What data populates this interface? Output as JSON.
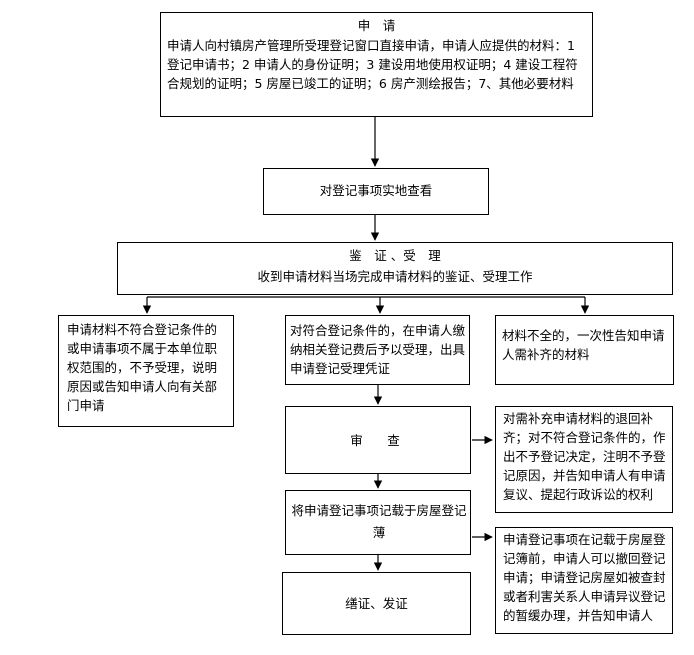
{
  "apply": {
    "title": "申　请",
    "body": "申请人向村镇房产管理所受理登记窗口直接申请，申请人应提供的材料：1 登记申请书；2 申请人的身份证明；3 建设用地使用权证明；4 建设工程符合规划的证明；5 房屋已竣工的证明；6 房产测绘报告；7、其他必要材料"
  },
  "inspect": {
    "label": "对登记事项实地查看"
  },
  "verify": {
    "title": "鉴　证 、受　理",
    "body": "收到申请材料当场完成申请材料的鉴证、受理工作"
  },
  "branches": {
    "reject": "申请材料不符合登记条件的或申请事项不属于本单位职权范围的，不予受理，说明原因或告知申请人向有关部门申请",
    "accept": "对符合登记条件的，在申请人缴纳相关登记费后予以受理，出具申请登记受理凭证",
    "incomplete": "材料不全的，一次性告知申请人需补齐的材料"
  },
  "review": {
    "label": "审　查",
    "note": "对需补充申请材料的退回补齐；对不符合登记条件的，作出不予登记决定，注明不予登记原因，并告知申请人有申请复议、提起行政诉讼的权利"
  },
  "record": {
    "label": "将申请登记事项记载于房屋登记薄",
    "note": "申请登记事项在记载于房屋登记簿前，申请人可以撤回登记申请；申请登记房屋如被查封或者利害关系人申请异议登记的暂缓办理，并告知申请人"
  },
  "issue": {
    "label": "缮证、发证"
  }
}
